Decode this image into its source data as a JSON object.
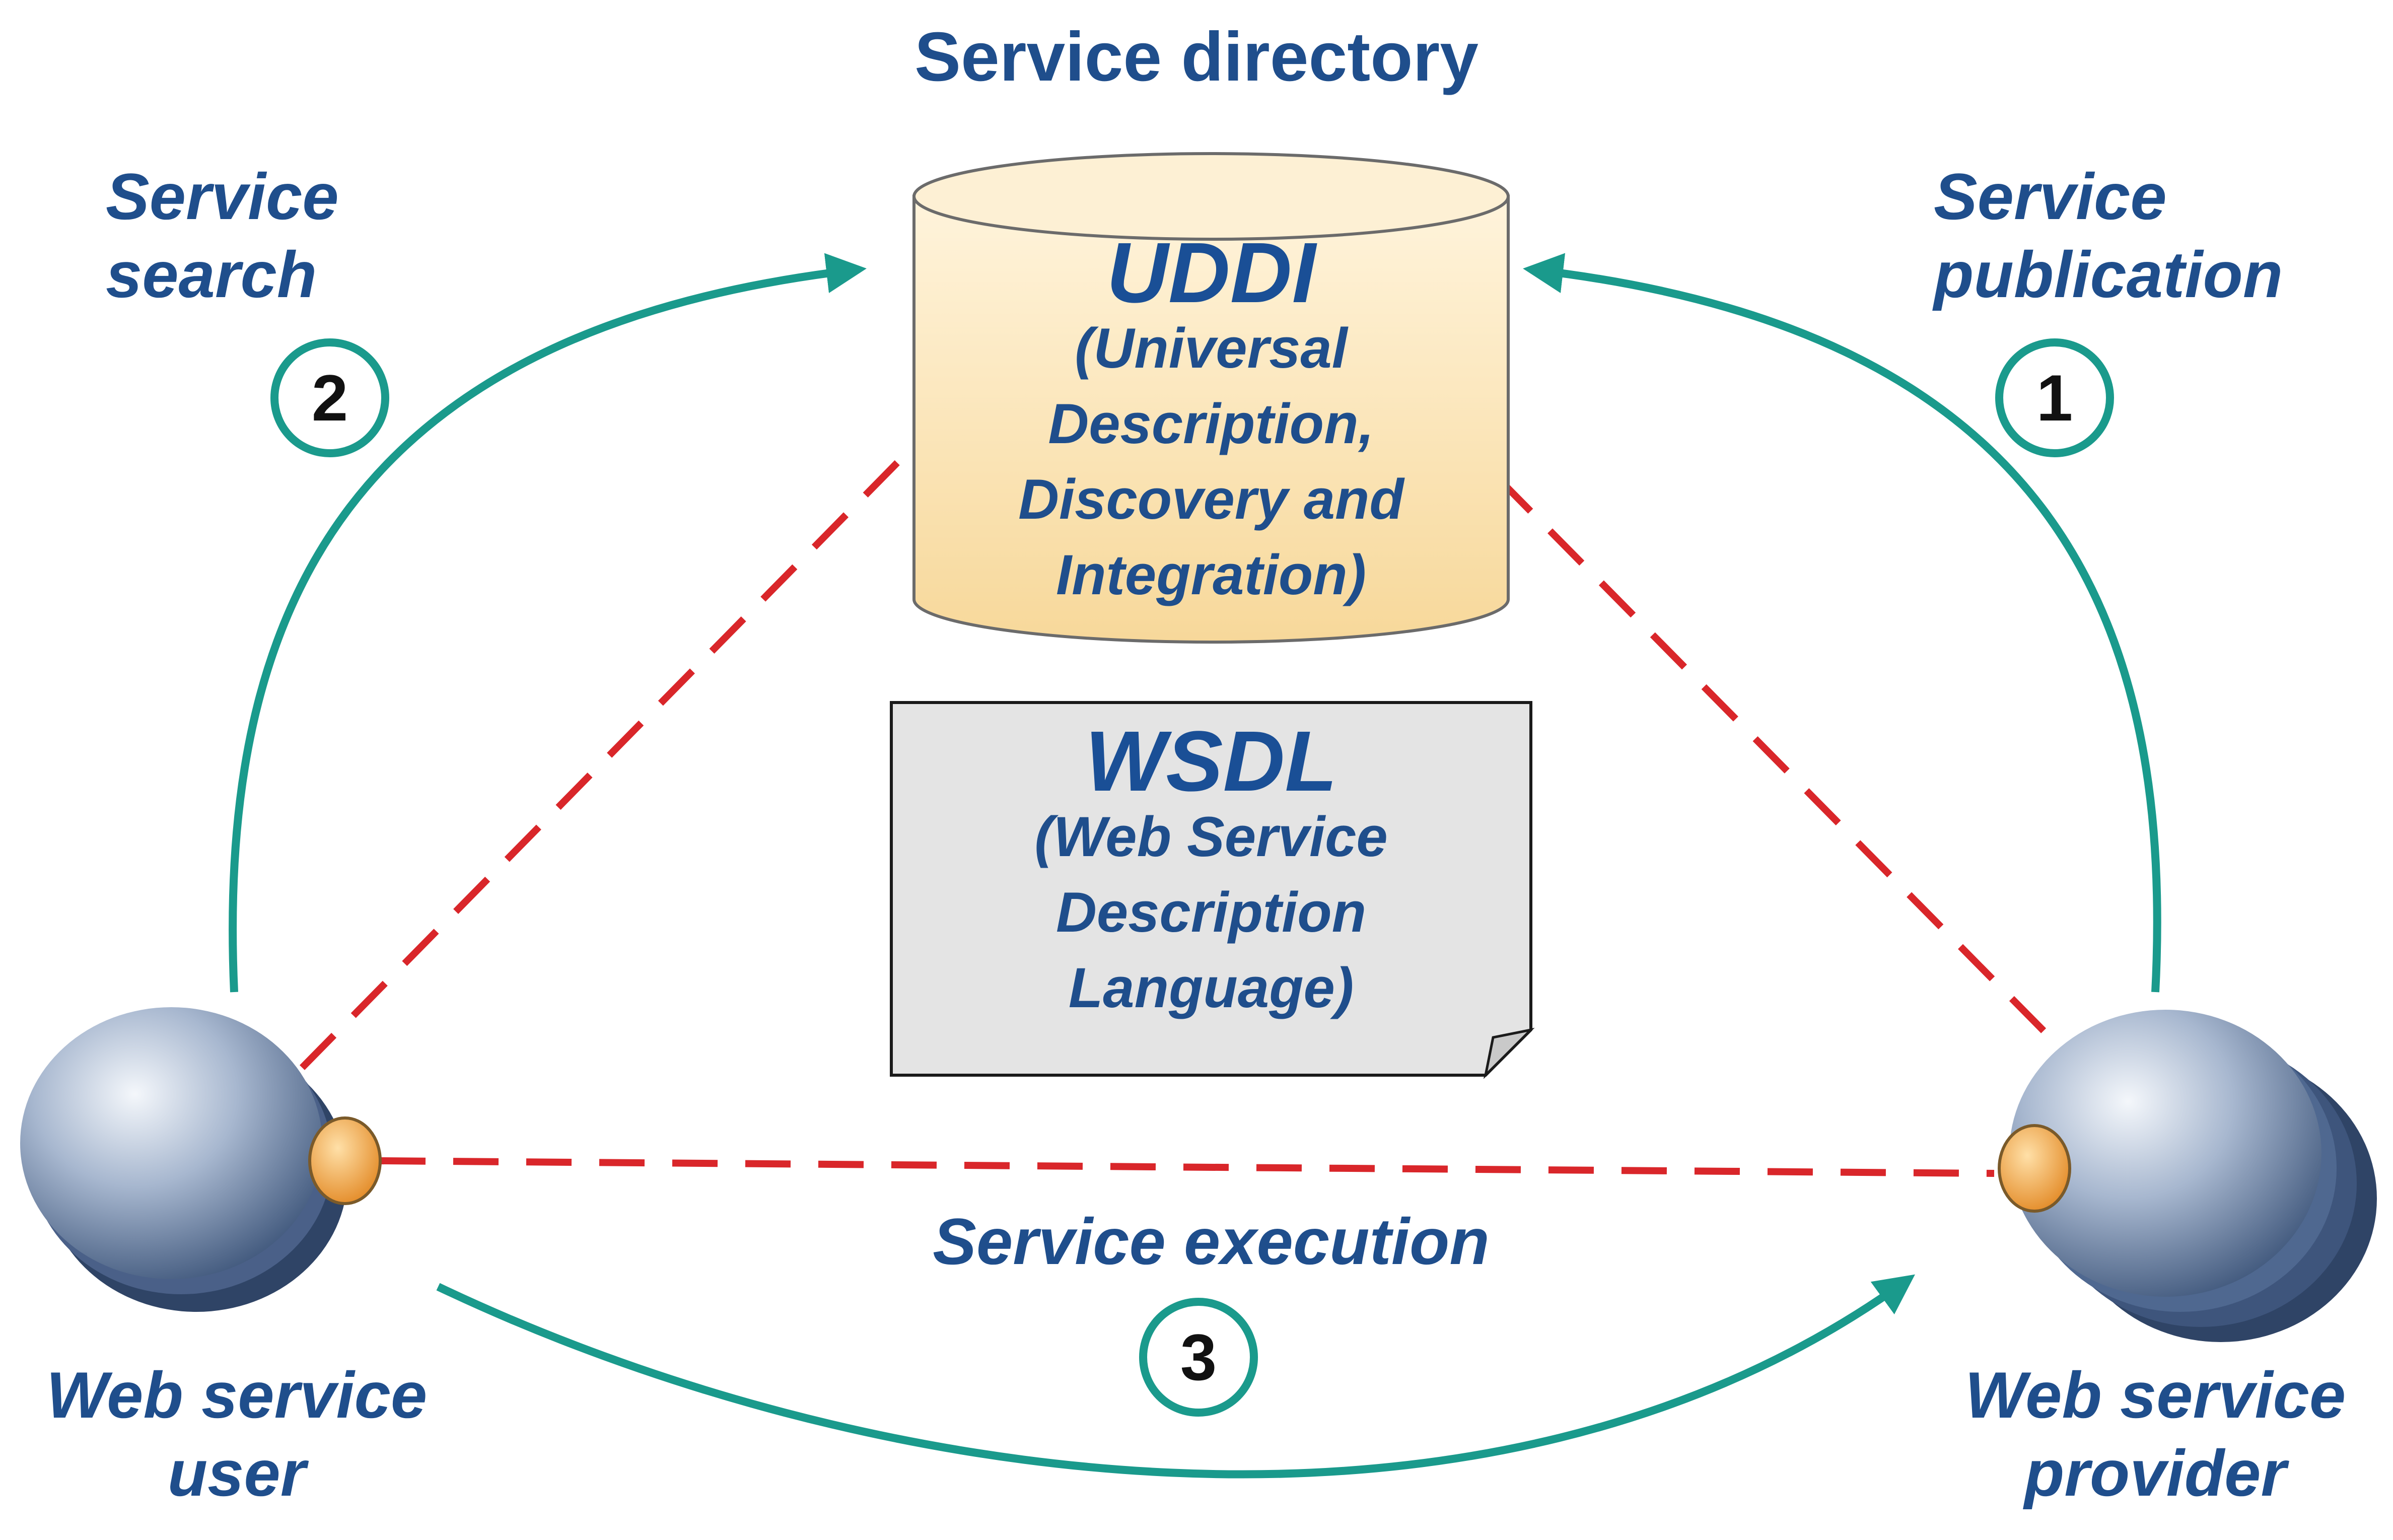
{
  "title": "Service directory",
  "uddi": {
    "name": "UDDI",
    "line1": "(Universal",
    "line2": "Description,",
    "line3": "Discovery and",
    "line4": "Integration)"
  },
  "wsdl": {
    "name": "WSDL",
    "line1": "(Web Service",
    "line2": "Description",
    "line3": "Language)"
  },
  "steps": {
    "search": {
      "line1": "Service",
      "line2": "search",
      "number": "2"
    },
    "publication": {
      "line1": "Service",
      "line2": "publication",
      "number": "1"
    },
    "execution": {
      "label": "Service execution",
      "number": "3"
    }
  },
  "nodes": {
    "user": {
      "line1": "Web service",
      "line2": "user"
    },
    "provider": {
      "line1": "Web service",
      "line2": "provider"
    }
  },
  "colors": {
    "arrow": "#1a9a8c",
    "dashed": "#d9262a",
    "label": "#1f4e8c",
    "cylinder": "#fbe3b3",
    "document": "#e4e4e4",
    "connector": "#f0a040"
  }
}
